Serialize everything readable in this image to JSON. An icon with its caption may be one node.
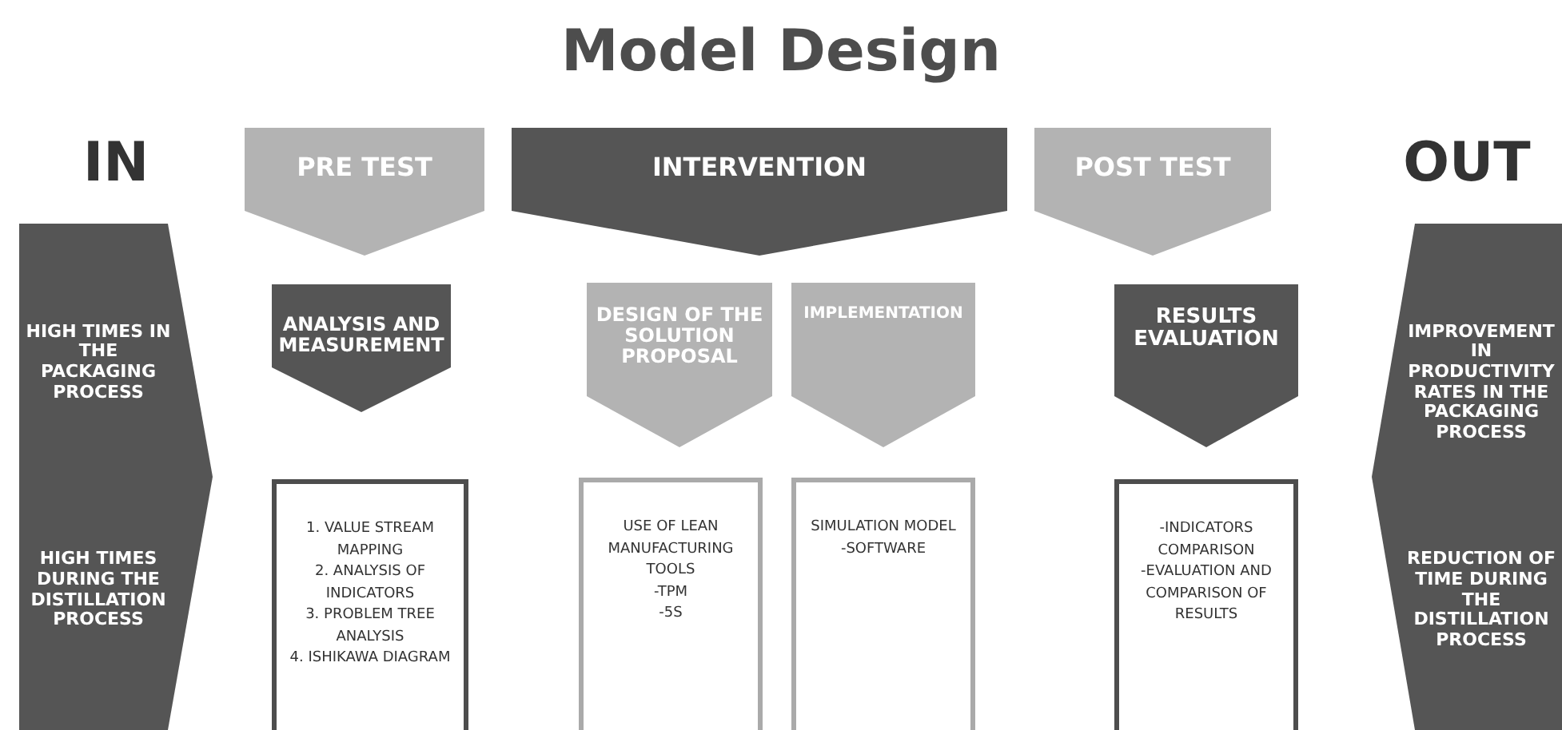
{
  "diagram": {
    "title": "Model Design",
    "nodes": [
      {
        "text": [
          "IN",
          "HIGH TIMES IN THE PACKAGING PROCESS",
          "HIGH TIMES DURING THE DISTILLATION PROCESS"
        ]
      },
      {
        "text": [
          "PRE TEST"
        ]
      },
      {
        "text": [
          "INTERVENTION"
        ]
      },
      {
        "text": [
          "POST TEST"
        ]
      },
      {
        "text": [
          "OUT",
          "IMPROVEMENT IN PRODUCTIVITY RATES IN THE PACKAGING PROCESS",
          "REDUCTION OF TIME DURING THE DISTILLATION PROCESS"
        ]
      },
      {
        "text": [
          "ANALYSIS AND MEASUREMENT"
        ]
      },
      {
        "text": [
          "DESIGN OF THE SOLUTION PROPOSAL"
        ]
      },
      {
        "text": [
          "IMPLEMENTATION"
        ]
      },
      {
        "text": [
          "RESULTS EVALUATION"
        ]
      },
      {
        "text": [
          "1. VALUE STREAM MAPPING",
          "2. ANALYSIS OF INDICATORS",
          "3. PROBLEM TREE ANALYSIS",
          "4. ISHIKAWA DIAGRAM"
        ]
      },
      {
        "text": [
          "USE OF LEAN MANUFACTURING TOOLS",
          "-TPM",
          "-5S"
        ]
      },
      {
        "text": [
          "SIMULATION MODEL",
          "-SOFTWARE"
        ]
      },
      {
        "text": [
          "-INDICATORS COMPARISON",
          "-EVALUATION AND COMPARISON OF RESULTS"
        ]
      }
    ]
  }
}
